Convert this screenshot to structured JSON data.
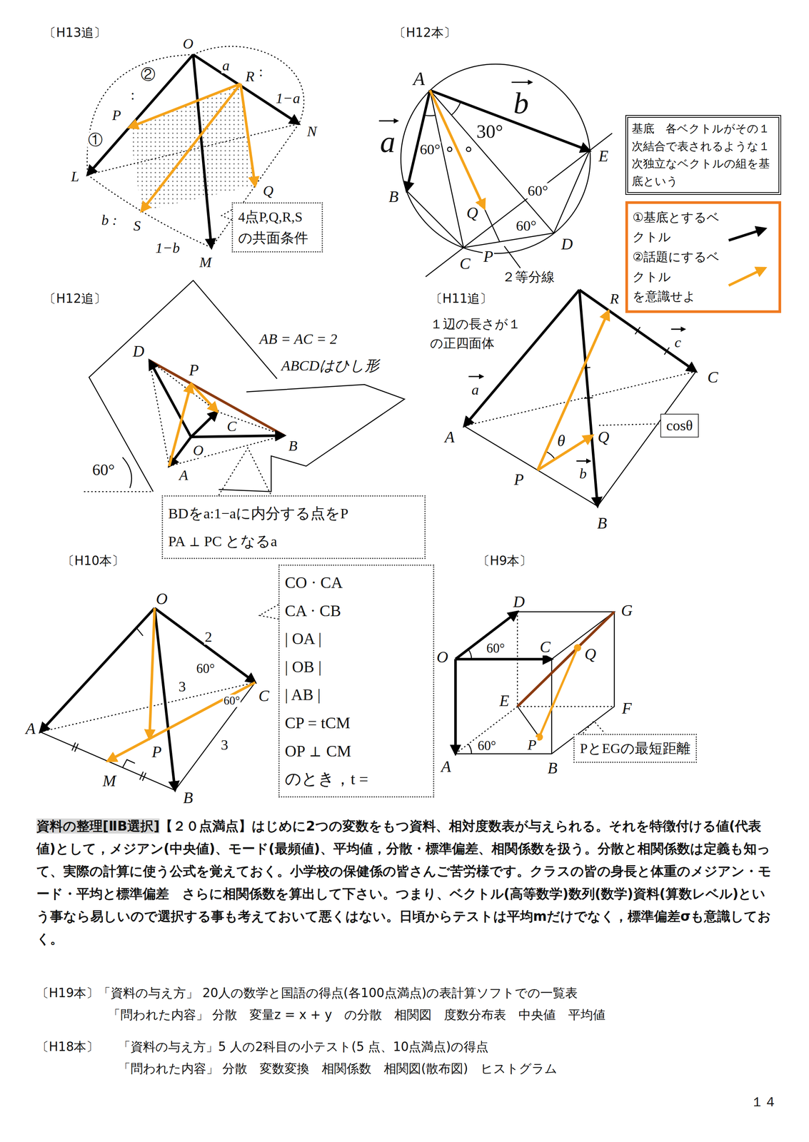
{
  "diagram": {
    "nodes": [
      {
        "text": [
          "4点P,Q,R,S の共面条件"
        ]
      },
      {
        "text": [
          "基底　各ベクトルがその１次結合で表されるような１次独立なベクトルの組を基底という"
        ]
      },
      {
        "text": [
          "①基底とするベクトル",
          "②話題にするベクトル",
          "を意識せよ"
        ]
      },
      {
        "text": [
          "BDをa:1−aに内分する点をP",
          "PA ⊥ PC となるa"
        ]
      },
      {
        "text": [
          "cosθ"
        ]
      },
      {
        "text": [
          "CO · CA",
          "CA · CB",
          "| OA |",
          "| OB |",
          "| AB |",
          "CP = tCM",
          "OP ⊥ CM",
          "のとき，t ="
        ]
      },
      {
        "text": [
          "PとEGの最短距離"
        ]
      }
    ],
    "labels": [
      "〔H13追〕",
      "O",
      "a",
      ":",
      "R",
      "1−a",
      "②",
      ":",
      "P",
      "N",
      "①",
      "L",
      "Q",
      "b :",
      "S",
      "1−b",
      "M",
      "〔H12本〕",
      "A",
      "a",
      "60°",
      "30°",
      "b",
      "E",
      "B",
      "Q",
      "60°",
      "60°",
      "D",
      "C",
      "P",
      "２等分線",
      "〔H12追〕",
      "AB = AC = 2",
      "ABCDはひし形",
      "D",
      "P",
      "C",
      "O",
      "B",
      "A",
      "60°",
      "〔H11追〕",
      "１辺の長さが１ の正四面体",
      "R",
      "c",
      "C",
      "a",
      "A",
      "θ",
      "Q",
      "P",
      "b",
      "B",
      "〔H10本〕",
      "O",
      "2",
      "60°",
      "3",
      "60°",
      "C",
      "A",
      "P",
      "3",
      "M",
      "B",
      "〔H9本〕",
      "D",
      "G",
      "O",
      "60°",
      "C",
      "Q",
      "E",
      "F",
      "A",
      "60°",
      "P",
      "B",
      "資料の整理[ⅡB選択]",
      "【２０点満点】はじめに2つの変数をもつ資料、相対度数表が与えられる。それを特徴付ける値(代表値)として，メジアン(中央値)、モード(最頻値)、平均値，分散・標準偏差、相関係数を扱う。分散と相関係数は定義も知って、実際の計算に使う公式を覚えておく。小学校の保健係の皆さんご苦労様です。クラスの皆の身長と体重のメジアン・モード・平均と標準偏差　さらに相関係数を算出して下さい。つまり、ベクトル(高等数学)数列(数学)資料(算数レベル)という事なら易しいので選択する事も考えておいて悪くはない。日頃からテストは平均mだけでなく，標準偏差σも意識しておく。",
      "〔H19本〕",
      "「資料の与え方」 20人の数学と国語の得点(各100点満点)の表計算ソフトでの一覧表",
      "「問われた内容」 分散　変量z = x + y　の分散　相関図　度数分布表　中央値　平均値",
      "〔H18本〕",
      "「資料の与え方」5 人の2科目の小テスト(5 点、10点満点)の得点",
      "「問われた内容」 分散　変数変換　相関係数　相関図(散布図)　ヒストグラム",
      "１４"
    ]
  }
}
